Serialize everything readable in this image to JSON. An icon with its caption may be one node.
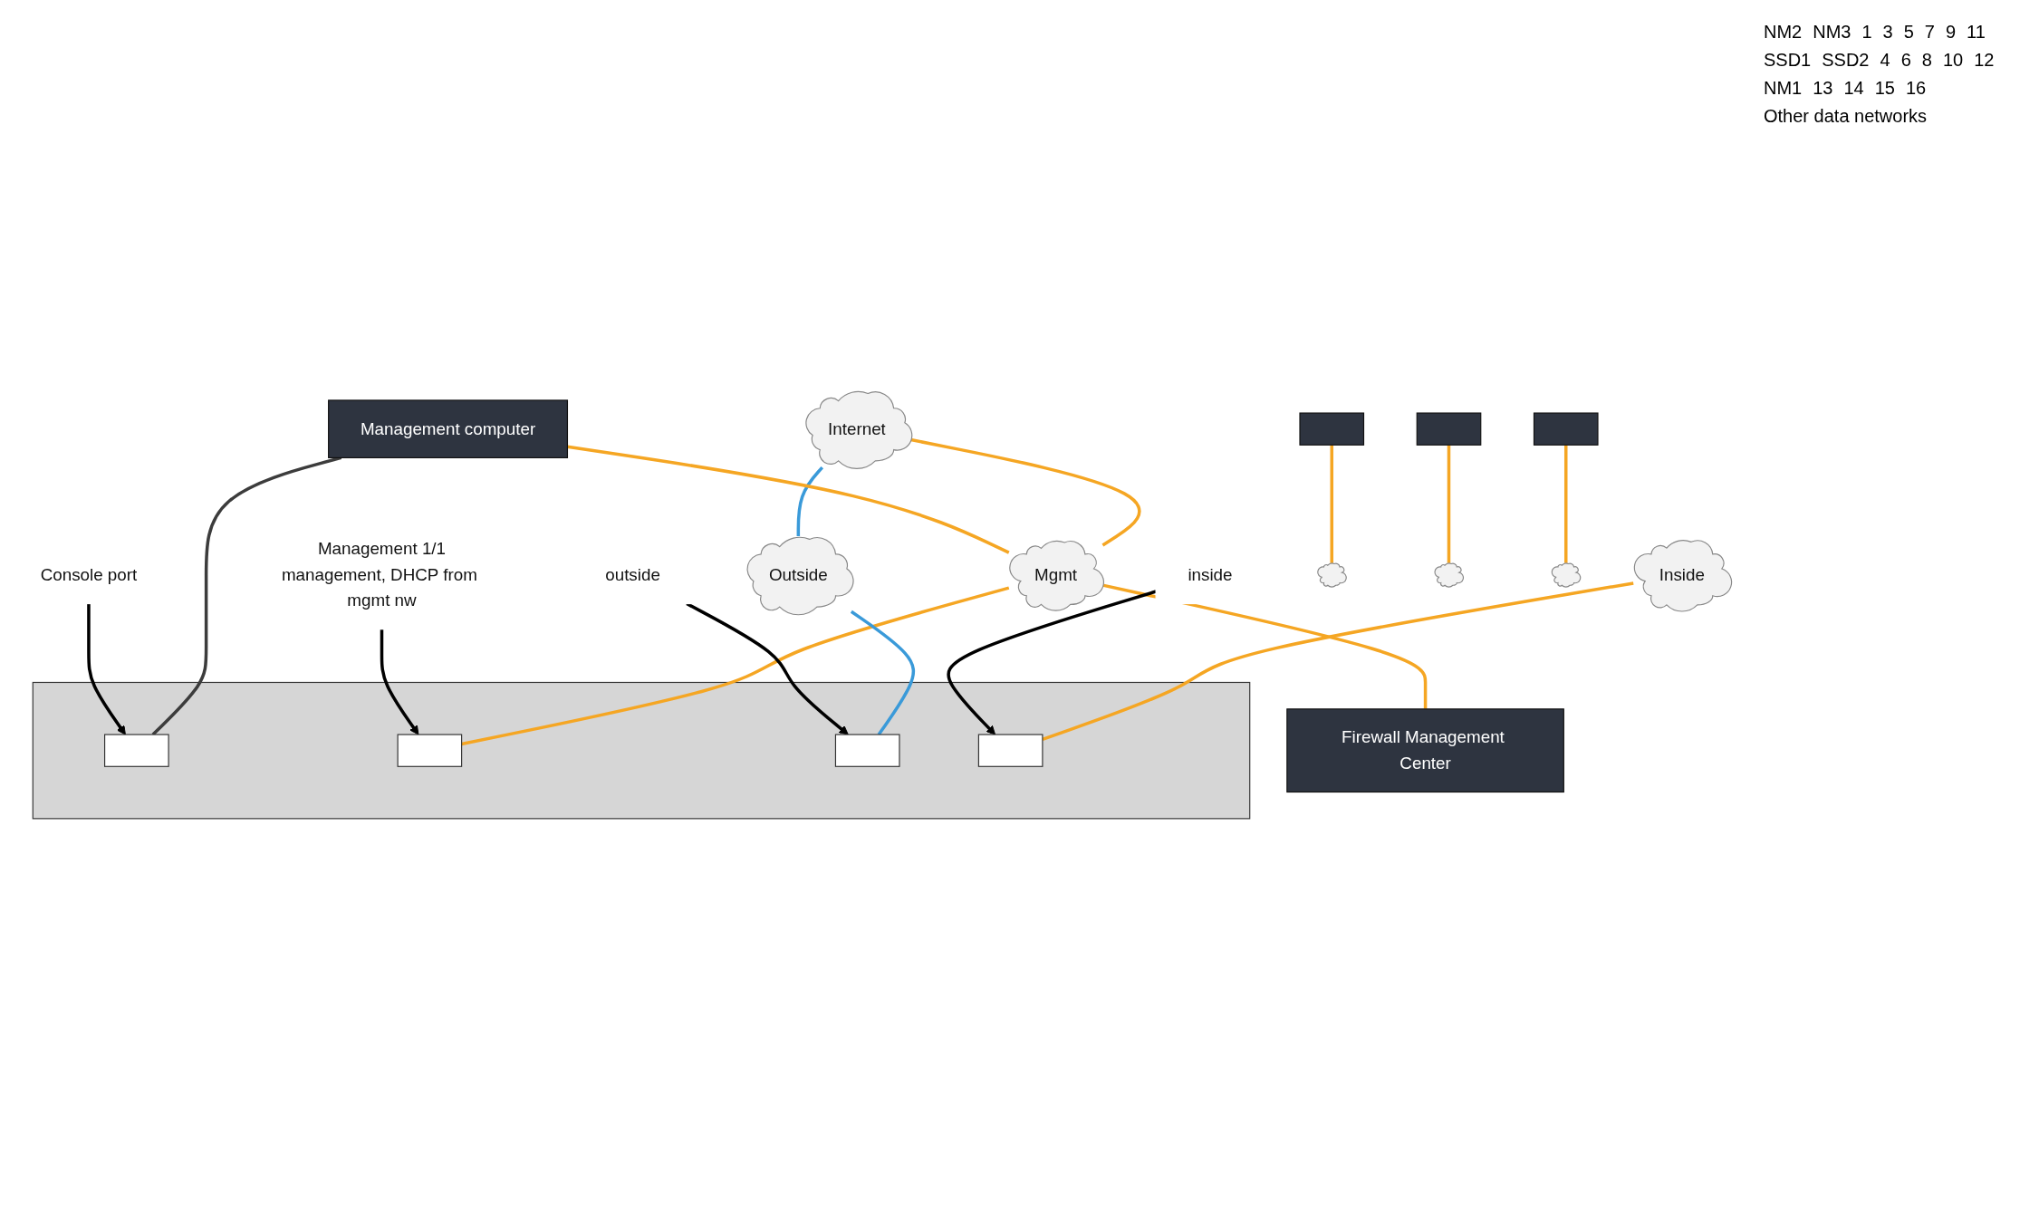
{
  "diagram": {
    "nodes": [
      {
        "text": [
          "Internet"
        ]
      },
      {
        "text": [
          "Management computer"
        ]
      },
      {
        "text": [
          "Mgmt"
        ]
      },
      {
        "text": [
          "Firewall Management Center"
        ]
      },
      {
        "text": [],
        "shape": "picture"
      },
      {
        "text": [],
        "shape": "box",
        "in": 4
      },
      {
        "text": [],
        "shape": "box",
        "in": 4
      },
      {
        "text": [],
        "shape": "box",
        "in": 4
      },
      {
        "text": [],
        "shape": "box",
        "in": 4
      },
      {
        "text": [
          "Management 1/1",
          "management, DHCP from mgmt nw"
        ]
      },
      {
        "text": [
          "outside"
        ]
      },
      {
        "text": [
          "inside"
        ]
      },
      {
        "text": [
          "Console port"
        ]
      },
      {
        "text": [
          "Outside"
        ]
      },
      {
        "text": [
          "Inside"
        ]
      },
      {
        "text": [],
        "shape": "picture"
      },
      {
        "text": [],
        "shape": "picture"
      },
      {
        "text": [],
        "shape": "picture"
      },
      {
        "text": [],
        "shape": "cloud"
      },
      {
        "text": [],
        "shape": "cloud"
      },
      {
        "text": [],
        "shape": "cloud"
      }
    ],
    "edges": [
      {
        "from": 0,
        "to": 2,
        "arrow": "none"
      },
      {
        "from": 0,
        "to": 13,
        "arrow": "none",
        "color": "#3a9ad9"
      },
      {
        "from": 1,
        "to": 2,
        "arrow": "none"
      },
      {
        "from": 2,
        "to": 3,
        "arrow": "none"
      },
      {
        "from": 2,
        "to": 6,
        "arrow": "none"
      },
      {
        "from": 1,
        "to": 5,
        "arrow": "none",
        "color": "#3c3c3c"
      },
      {
        "from": 13,
        "to": 7,
        "arrow": "none",
        "color": "#3a9ad9"
      },
      {
        "from": 14,
        "to": 8,
        "arrow": "none"
      },
      {
        "from": 9,
        "to": 6,
        "arrow": "to",
        "color": "#000000"
      },
      {
        "from": 10,
        "to": 7,
        "arrow": "to",
        "color": "#000000"
      },
      {
        "from": 11,
        "to": 8,
        "arrow": "to",
        "color": "#000000"
      },
      {
        "from": 12,
        "to": 5,
        "arrow": "to",
        "color": "#000000"
      },
      {
        "from": 15,
        "to": 18,
        "arrow": "none"
      },
      {
        "from": 16,
        "to": 19,
        "arrow": "none"
      },
      {
        "from": 17,
        "to": 20,
        "arrow": "none"
      }
    ],
    "labels": [
      "NM2",
      "NM3",
      "1",
      "3",
      "5",
      "7",
      "9",
      "11",
      "SSD1",
      "SSD2",
      "4",
      "6",
      "8",
      "10",
      "12",
      "NM1",
      "13",
      "14",
      "15",
      "16",
      "Other data networks"
    ]
  }
}
